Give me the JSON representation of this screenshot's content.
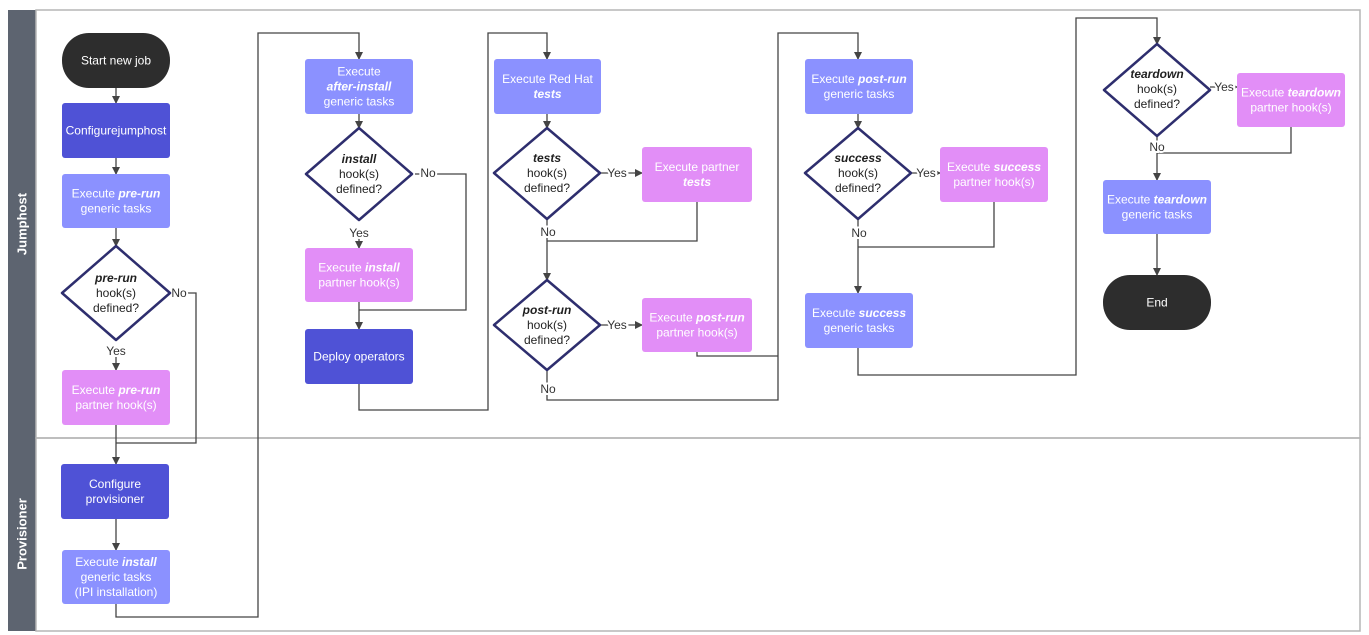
{
  "colors": {
    "lane_header": "#5d6470",
    "lane_border": "#b5b5b5",
    "terminal": "#2d2d2d",
    "primary": "#4f52d6",
    "generic": "#8b91ff",
    "partner": "#e28ef7",
    "decision_border": "#2e2e6e",
    "connector": "#444444"
  },
  "lanes": {
    "jumphost": "Jumphost",
    "provisioner": "Provisioner"
  },
  "nodes": {
    "start": [
      {
        "t": "Start new job"
      }
    ],
    "configure_jumphost": [
      {
        "t": "Configure"
      },
      {
        "t": "jumphost"
      }
    ],
    "pre_run_generic": [
      {
        "t": "Execute "
      },
      {
        "t": "pre-run",
        "em": true
      },
      {
        "t": "|"
      },
      {
        "t": "generic tasks"
      }
    ],
    "pre_run_decision": [
      {
        "t": "pre-run",
        "em": true
      },
      {
        "t": "|"
      },
      {
        "t": "hook(s)"
      },
      {
        "t": "|"
      },
      {
        "t": "defined?"
      }
    ],
    "pre_run_partner": [
      {
        "t": "Execute "
      },
      {
        "t": "pre-run",
        "em": true
      },
      {
        "t": "|"
      },
      {
        "t": "partner hook(s)"
      }
    ],
    "configure_provisioner": [
      {
        "t": "Configure"
      },
      {
        "t": "|"
      },
      {
        "t": "provisioner"
      }
    ],
    "install_generic": [
      {
        "t": "Execute "
      },
      {
        "t": "install",
        "em": true
      },
      {
        "t": "|"
      },
      {
        "t": "generic tasks"
      },
      {
        "t": "|"
      },
      {
        "t": "(IPI installation)"
      }
    ],
    "after_install_generic": [
      {
        "t": "Execute"
      },
      {
        "t": "|"
      },
      {
        "t": "after-install",
        "em": true
      },
      {
        "t": "|"
      },
      {
        "t": "generic tasks"
      }
    ],
    "install_decision": [
      {
        "t": "install",
        "em": true
      },
      {
        "t": "|"
      },
      {
        "t": "hook(s)"
      },
      {
        "t": "|"
      },
      {
        "t": "defined?"
      }
    ],
    "install_partner": [
      {
        "t": "Execute "
      },
      {
        "t": "install",
        "em": true
      },
      {
        "t": "|"
      },
      {
        "t": "partner hook(s)"
      }
    ],
    "deploy_operators": [
      {
        "t": "Deploy operators"
      }
    ],
    "redhat_tests": [
      {
        "t": "Execute Red Hat"
      },
      {
        "t": "|"
      },
      {
        "t": "tests",
        "em": true
      }
    ],
    "tests_decision": [
      {
        "t": "tests",
        "em": true
      },
      {
        "t": "|"
      },
      {
        "t": "hook(s)"
      },
      {
        "t": "|"
      },
      {
        "t": "defined?"
      }
    ],
    "tests_partner": [
      {
        "t": "Execute partner"
      },
      {
        "t": "|"
      },
      {
        "t": "tests",
        "em": true
      }
    ],
    "post_run_decision": [
      {
        "t": "post-run",
        "em": true
      },
      {
        "t": "|"
      },
      {
        "t": "hook(s)"
      },
      {
        "t": "|"
      },
      {
        "t": "defined?"
      }
    ],
    "post_run_partner": [
      {
        "t": "Execute "
      },
      {
        "t": "post-run",
        "em": true
      },
      {
        "t": "|"
      },
      {
        "t": "partner hook(s)"
      }
    ],
    "post_run_generic": [
      {
        "t": "Execute "
      },
      {
        "t": "post-run",
        "em": true
      },
      {
        "t": "|"
      },
      {
        "t": "generic tasks"
      }
    ],
    "success_decision": [
      {
        "t": "success",
        "em": true
      },
      {
        "t": "|"
      },
      {
        "t": "hook(s)"
      },
      {
        "t": "|"
      },
      {
        "t": "defined?"
      }
    ],
    "success_partner": [
      {
        "t": "Execute "
      },
      {
        "t": "success",
        "em": true
      },
      {
        "t": "|"
      },
      {
        "t": "partner hook(s)"
      }
    ],
    "success_generic": [
      {
        "t": "Execute "
      },
      {
        "t": "success",
        "em": true
      },
      {
        "t": "|"
      },
      {
        "t": "generic tasks"
      }
    ],
    "teardown_decision": [
      {
        "t": "teardown",
        "em": true
      },
      {
        "t": "|"
      },
      {
        "t": "hook(s)"
      },
      {
        "t": "|"
      },
      {
        "t": "defined?"
      }
    ],
    "teardown_partner": [
      {
        "t": "Execute "
      },
      {
        "t": "teardown",
        "em": true
      },
      {
        "t": "|"
      },
      {
        "t": "partner hook(s)"
      }
    ],
    "teardown_generic": [
      {
        "t": "Execute "
      },
      {
        "t": "teardown",
        "em": true
      },
      {
        "t": "|"
      },
      {
        "t": "generic tasks"
      }
    ],
    "end": [
      {
        "t": "End"
      }
    ]
  },
  "edge_labels": {
    "pre_run_yes": "Yes",
    "pre_run_no": "No",
    "install_yes": "Yes",
    "install_no": "No",
    "tests_yes": "Yes",
    "tests_no": "No",
    "post_run_yes": "Yes",
    "post_run_no": "No",
    "success_yes": "Yes",
    "success_no": "No",
    "teardown_yes": "Yes",
    "teardown_no": "No"
  }
}
